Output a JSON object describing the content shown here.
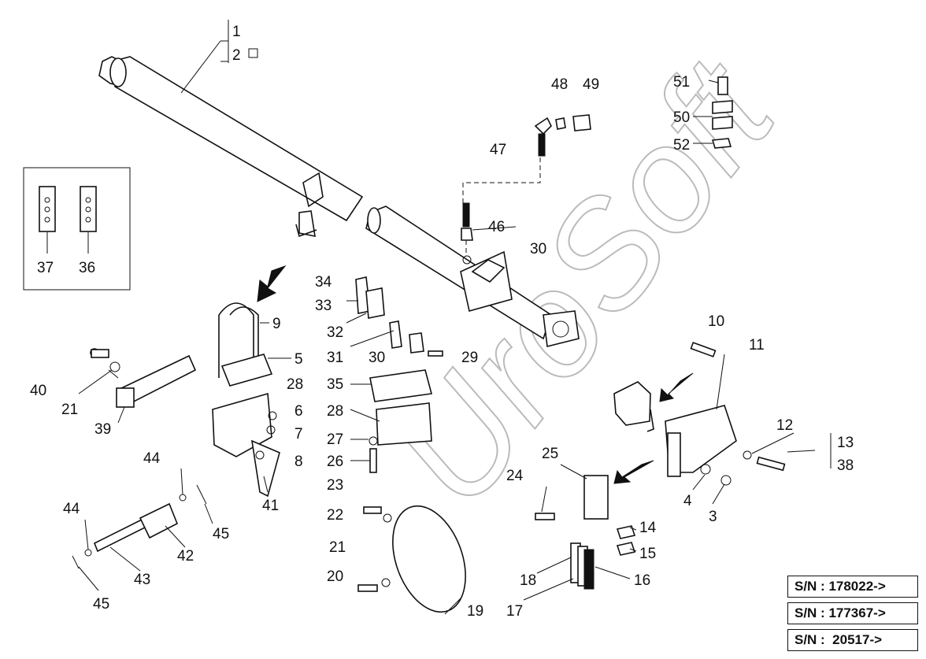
{
  "diagram": {
    "callouts": [
      "1",
      "2",
      "3",
      "4",
      "5",
      "6",
      "7",
      "8",
      "9",
      "10",
      "11",
      "12",
      "13",
      "14",
      "15",
      "16",
      "17",
      "18",
      "19",
      "20",
      "21",
      "21",
      "22",
      "23",
      "24",
      "25",
      "26",
      "27",
      "28",
      "28",
      "29",
      "30",
      "30",
      "31",
      "32",
      "33",
      "34",
      "35",
      "36",
      "37",
      "38",
      "39",
      "40",
      "41",
      "42",
      "43",
      "44",
      "44",
      "45",
      "45",
      "46",
      "47",
      "48",
      "49",
      "50",
      "51",
      "52"
    ],
    "watermark": "UroSoft",
    "serial_numbers": [
      "S/N : 178022->",
      "S/N : 177367->",
      "S/N :  20517->"
    ],
    "colors": {
      "line": "#111111",
      "background": "#ffffff",
      "watermark": "#cccccc"
    }
  }
}
